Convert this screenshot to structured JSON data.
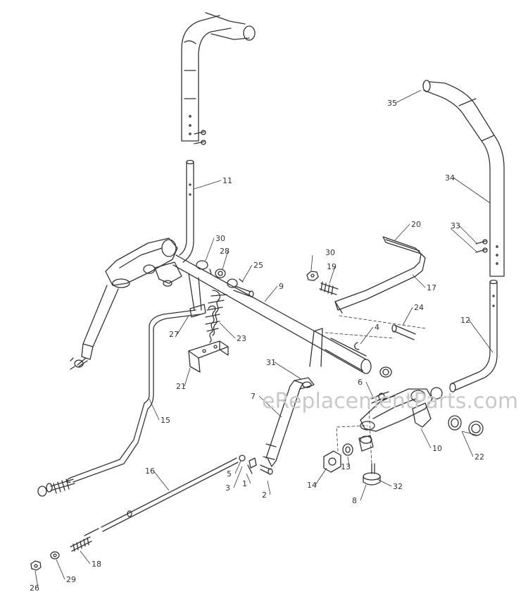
{
  "watermark": "eReplacementParts.com",
  "callouts": [
    "1",
    "2",
    "3",
    "4",
    "5",
    "6",
    "7",
    "8",
    "9",
    "10",
    "11",
    "12",
    "13",
    "14",
    "15",
    "16",
    "17",
    "18",
    "19",
    "20",
    "21",
    "22",
    "23",
    "24",
    "25",
    "26",
    "27",
    "28",
    "29",
    "30",
    "31",
    "32",
    "33",
    "34",
    "35"
  ],
  "colors": {
    "line": "#333333",
    "label": "#333333",
    "watermark": "#c9c9c9",
    "background": "#ffffff"
  }
}
